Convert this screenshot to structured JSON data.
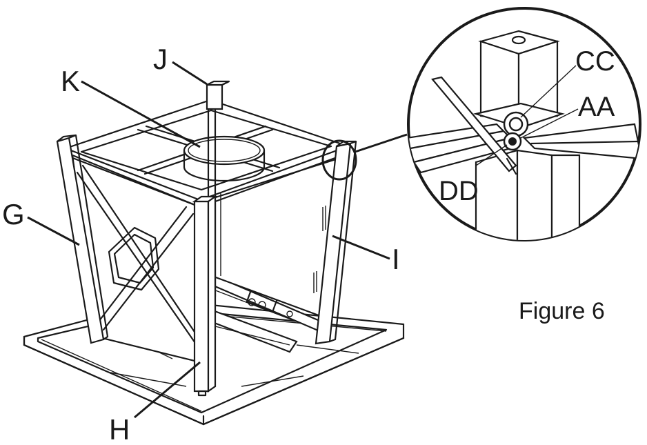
{
  "labels": {
    "J": "J",
    "K": "K",
    "G": "G",
    "I": "I",
    "H": "H"
  },
  "detail": {
    "CC": "CC",
    "AA": "AA",
    "DD": "DD"
  },
  "figure_caption": "Figure 6"
}
